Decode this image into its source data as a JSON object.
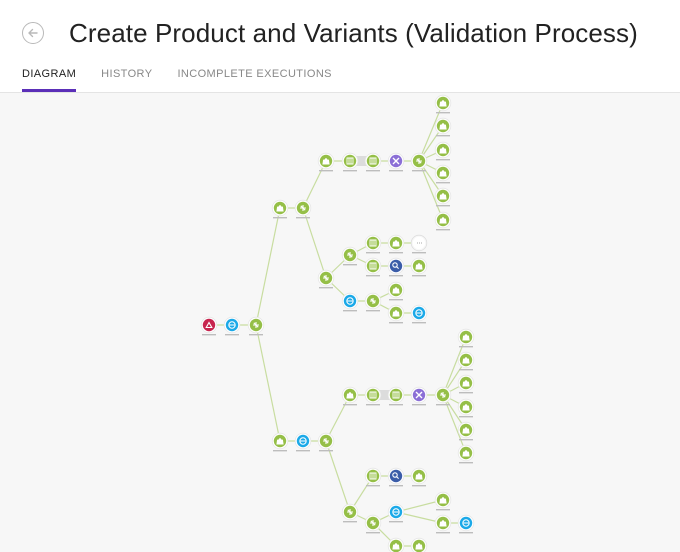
{
  "page": {
    "title": "Create Product and Variants (Validation Process)"
  },
  "tabs": [
    {
      "label": "DIAGRAM",
      "active": true
    },
    {
      "label": "HISTORY",
      "active": false
    },
    {
      "label": "INCOMPLETE EXECUTIONS",
      "active": false
    }
  ],
  "colors": {
    "accent": "#5b2fb8",
    "shopify_green": "#95bf47",
    "webhook_red": "#c7254e",
    "http_blue": "#1ba9e8",
    "tools_purple": "#8b6fd6",
    "search_blue": "#3a5ca8"
  },
  "icons": {
    "back": "arrow-left-icon",
    "shopify": "shopify-bag-icon",
    "router": "router-icon",
    "iterator": "iterator-icon",
    "webhook": "webhook-icon",
    "http": "http-icon",
    "tools": "tools-icon",
    "search": "search-icon"
  }
}
